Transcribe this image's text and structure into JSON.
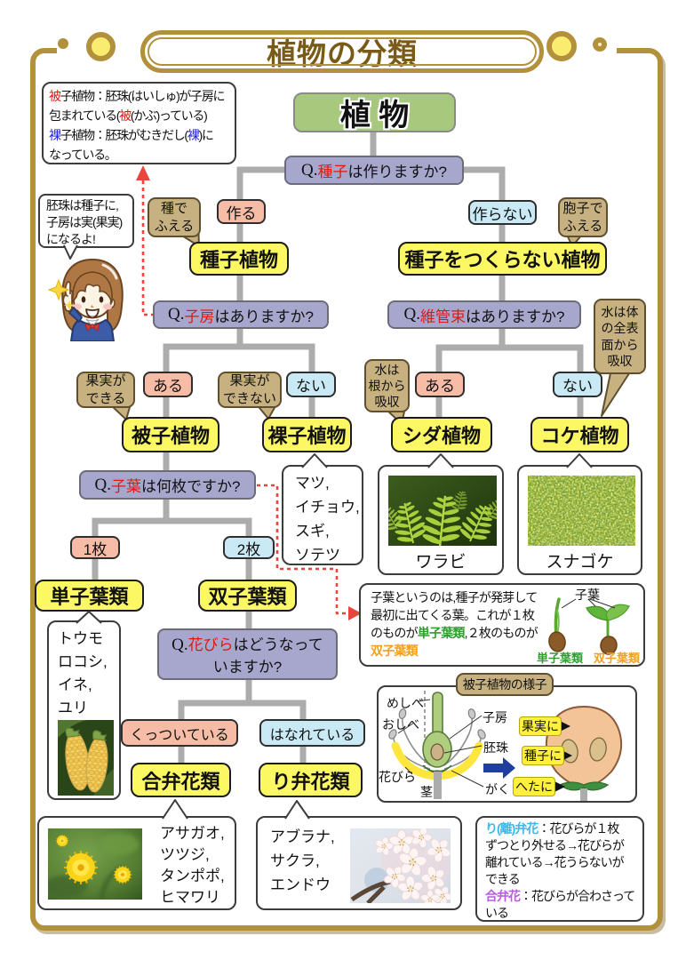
{
  "title": "植物の分類",
  "palette": {
    "frame_gold": "#B2903C",
    "root_green": "#A8C87D",
    "question_lavender": "#A7A7CE",
    "node_yellow": "#FBF863",
    "yes_salmon": "#F6BCA6",
    "no_lightblue": "#C9EAF4",
    "note_tan": "#C8B180",
    "line_gray": "#ACACAC",
    "dash_red": "#E8453C"
  },
  "tree": {
    "root": "植 物",
    "q_seed": [
      {
        "t": "Q.",
        "c": "q"
      },
      {
        "t": "種子",
        "c": "red"
      },
      {
        "t": "は作りますか?"
      }
    ],
    "branch_make": "作る",
    "branch_no_make": "作らない",
    "tag_seed_increase": "種で\nふえる",
    "tag_spore_increase": "胞子で\nふえる",
    "node_seed_plants": "種子植物",
    "node_non_seed_plants": "種子をつくらない植物",
    "q_ovary": [
      {
        "t": "Q.",
        "c": "q"
      },
      {
        "t": "子房",
        "c": "red"
      },
      {
        "t": "はありますか?"
      }
    ],
    "q_vascular": [
      {
        "t": "Q.",
        "c": "q"
      },
      {
        "t": "維管束",
        "c": "red"
      },
      {
        "t": "はありますか?"
      }
    ],
    "tag_fruit_yes": "果実が\nできる",
    "branch_aru1": "ある",
    "tag_fruit_no": "果実が\nできない",
    "branch_nai1": "ない",
    "tag_water_root": "水は\n根から\n吸収",
    "branch_aru2": "ある",
    "branch_nai2": "ない",
    "tag_water_surface": "水は体\nの全表\n面から\n吸収",
    "node_angiosperm": "被子植物",
    "node_gymnosperm": "裸子植物",
    "node_fern": "シダ植物",
    "node_moss": "コケ植物",
    "examples_gymnosperm": "マツ,\nイチョウ,\nスギ,\nソテツ",
    "photo_fern_label": "ワラビ",
    "photo_moss_label": "スナゴケ",
    "q_cotyledon": [
      {
        "t": "Q.",
        "c": "q"
      },
      {
        "t": "子葉",
        "c": "red"
      },
      {
        "t": "は何枚ですか?"
      }
    ],
    "branch_1": "1枚",
    "branch_2": "2枚",
    "node_monocot": "単子葉類",
    "node_dicot": "双子葉類",
    "examples_monocot": "トウモ\nロコシ,\nイネ,\nユリ",
    "q_petal": [
      {
        "t": "Q.",
        "c": "q"
      },
      {
        "t": "花びら",
        "c": "red"
      },
      {
        "t": "はどうなって\nいますか?"
      }
    ],
    "branch_attached": "くっついている",
    "branch_separate": "はなれている",
    "node_sympetalous": "合弁花類",
    "node_choripetalous": "り弁花類",
    "examples_sympetalous": "アサガオ,\nツツジ,\nタンポポ,\nヒマワリ",
    "examples_choripetalous": "アブラナ,\nサクラ,\nエンドウ"
  },
  "notes": {
    "seed_coat": [
      {
        "t": "被",
        "c": "red"
      },
      {
        "t": "子植物：胚珠(はいしゅ)が子房に\n包まれている("
      },
      {
        "t": "被",
        "c": "red"
      },
      {
        "t": "(かぶ)っている)\n"
      },
      {
        "t": "裸",
        "c": "blue"
      },
      {
        "t": "子植物：胚珠がむきだし("
      },
      {
        "t": "裸",
        "c": "blue"
      },
      {
        "t": ")に\nなっている。"
      }
    ],
    "speech": "胚珠は種子に,\n子房は実(果実)\nになるよ!",
    "cotyledon": [
      {
        "t": "子葉というのは,種子が発芽して\n最初に出てくる葉。これが１枚\nのものが"
      },
      {
        "t": "単子葉類",
        "c": "green"
      },
      {
        "t": ",２枚のものが\n"
      },
      {
        "t": "双子葉類",
        "c": "orange"
      }
    ],
    "petal_types": [
      {
        "t": "り(離)弁花",
        "c": "cyan"
      },
      {
        "t": "：花びらが１枚\nずつとり外せる→花びらが\n離れている→花うらないが\nできる\n"
      },
      {
        "t": "合弁花",
        "c": "violet"
      },
      {
        "t": "：花びらが合わさって\nいる"
      }
    ]
  },
  "figure": {
    "title": "被子植物の様子",
    "labels": {
      "meshibe": "めしべ",
      "oshibe": "おしべ",
      "hanabira": "花びら",
      "kuki": "茎",
      "shibou": "子房",
      "haishu": "胚珠",
      "gaku": "がく",
      "kajitsu_ni": "果実に",
      "shushi_ni": "種子に",
      "heta_ni": "へたに"
    }
  },
  "seedling": {
    "cotyledon_label": "子葉",
    "monocot": "単子葉類",
    "dicot": "双子葉類"
  }
}
